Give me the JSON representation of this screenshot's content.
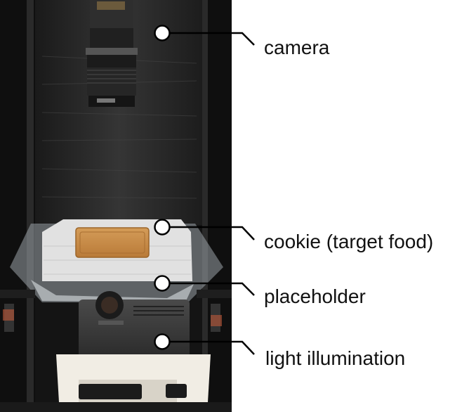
{
  "labels": {
    "camera": "camera",
    "cookie": "cookie (target food)",
    "placeholder": "placeholder",
    "light": "light illumination"
  },
  "colors": {
    "frame": "#141414",
    "backdrop": "#2b2b2b",
    "tray_paper": "#dcdcdc",
    "cookie": "#c98f4a",
    "stand": "#f3efe6",
    "callout_line": "#000000",
    "marker_fill": "#ffffff"
  }
}
